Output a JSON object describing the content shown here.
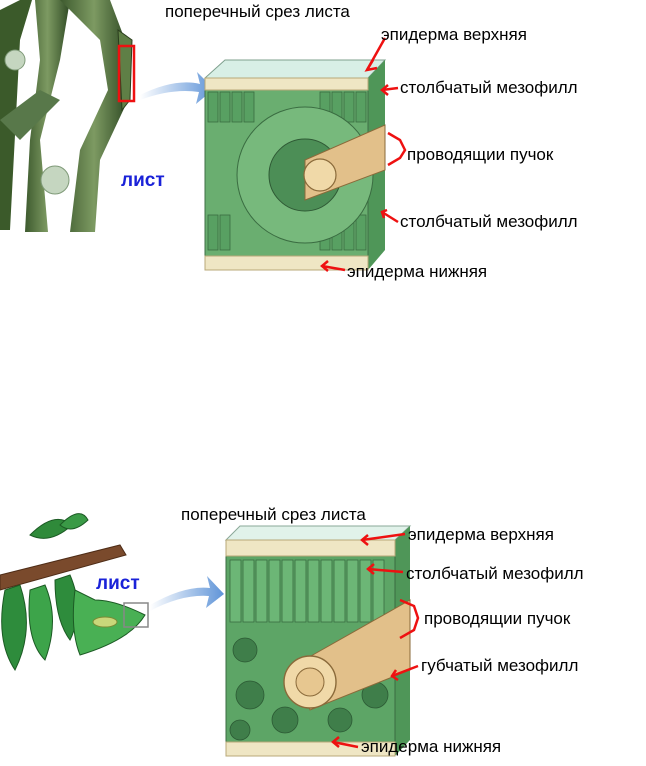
{
  "top": {
    "title": "поперечный срез листа",
    "leaf_label": "лист",
    "labels": {
      "upper_epidermis": "эпидерма верхняя",
      "palisade": "столбчатый мезофилл",
      "bundle": "проводящии пучок",
      "palisade_lower": "столбчатый мезофилл",
      "lower_epidermis": "эпидерма нижняя"
    }
  },
  "bottom": {
    "title": "поперечный срез листа",
    "leaf_label": "лист",
    "labels": {
      "upper_epidermis": "эпидерма верхняя",
      "palisade": "столбчатый мезофилл",
      "bundle": "проводящии пучок",
      "spongy": "губчатый мезофилл",
      "lower_epidermis": "эпидерма нижняя"
    }
  },
  "colors": {
    "arrow": "#ee1111",
    "leaf_word": "#1a22d8",
    "cell_green": "#5fa86a",
    "epidermis": "#d8efe6",
    "bundle_tan": "#e2c08a",
    "pointer_blue": "#7aa6df"
  }
}
